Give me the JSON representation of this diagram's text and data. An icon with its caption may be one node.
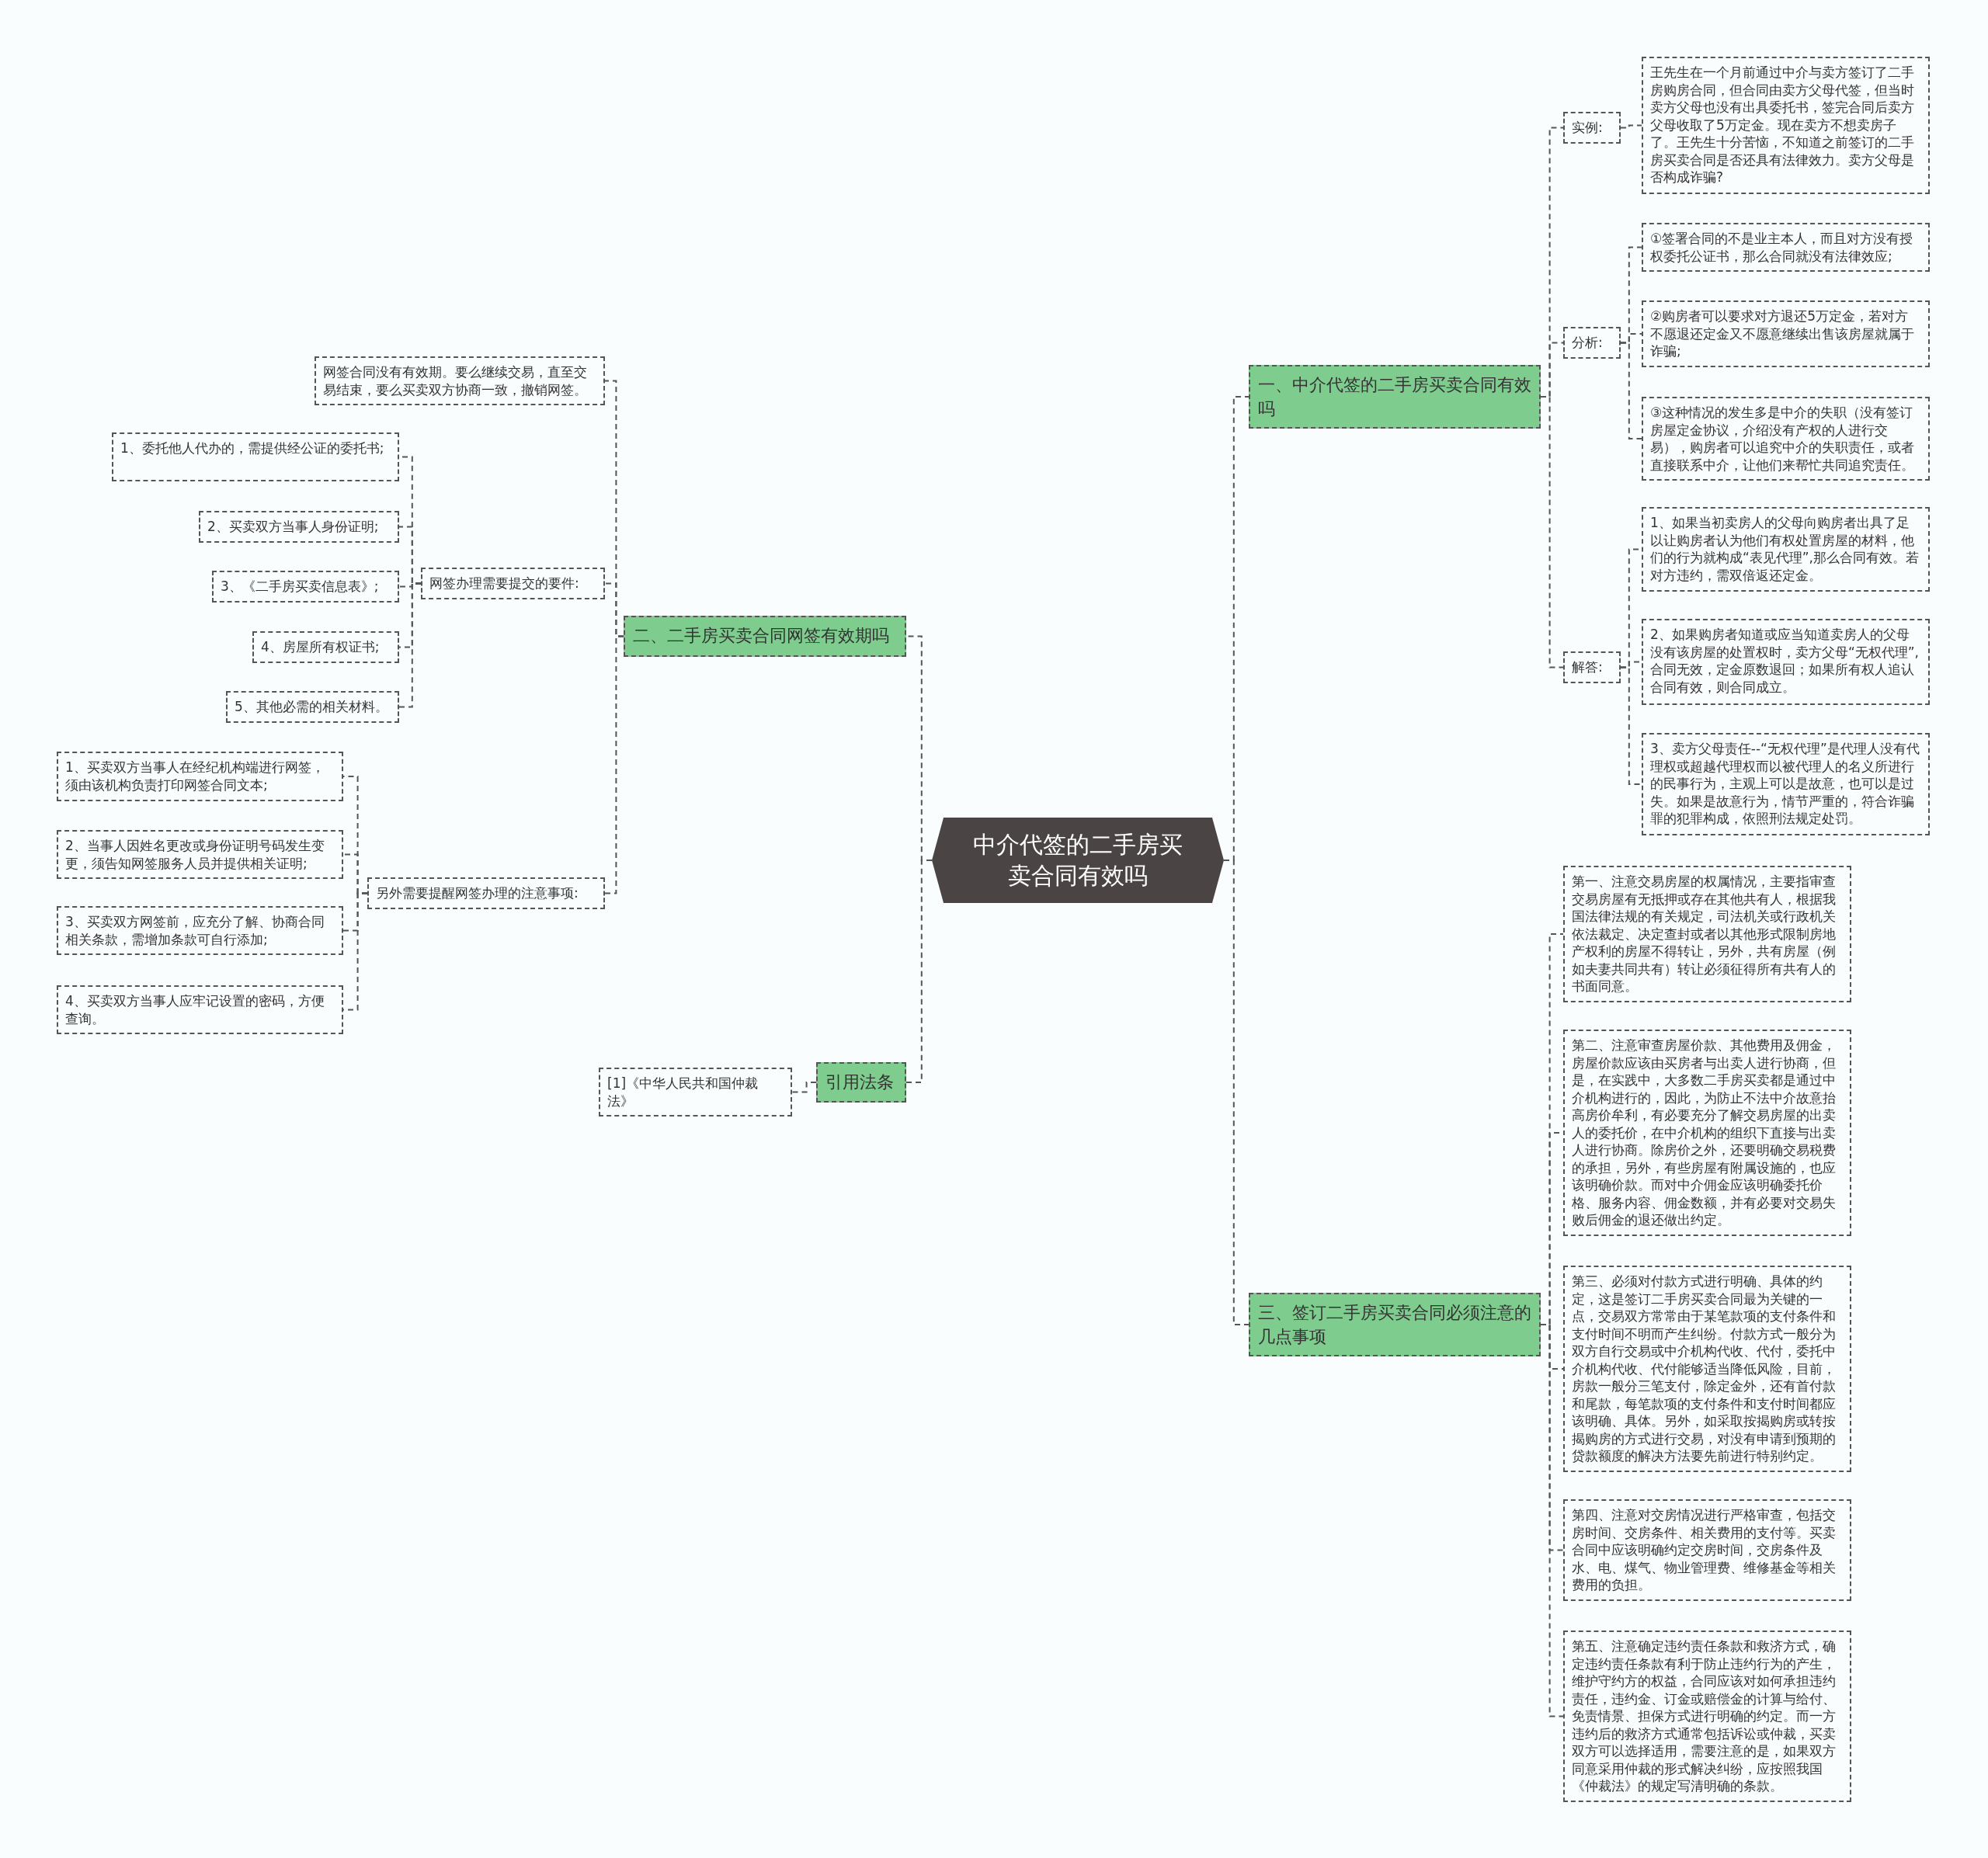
{
  "diagram": {
    "nodes": [
      {
        "text": [
          "中介代签的二手房买卖合同有效吗"
        ]
      },
      {
        "text": [
          "一、中介代签的二手房买卖合同有效吗"
        ]
      },
      {
        "text": [
          "实例:"
        ]
      },
      {
        "text": [
          "王先生在一个月前通过中介与卖方签订了二手房购房合同，但合同由卖方父母代签，但当时卖方父母也没有出具委托书，签完合同后卖方父母收取了5万定金。现在卖方不想卖房子了。王先生十分苦恼，不知道之前签订的二手房买卖合同是否还具有法律效力。卖方父母是否构成诈骗?"
        ]
      },
      {
        "text": [
          "分析:"
        ]
      },
      {
        "text": [
          "①签署合同的不是业主本人，而且对方没有授权委托公证书，那么合同就没有法律效应;"
        ]
      },
      {
        "text": [
          "②购房者可以要求对方退还5万定金，若对方不愿退还定金又不愿意继续出售该房屋就属于诈骗;"
        ]
      },
      {
        "text": [
          "③这种情况的发生多是中介的失职（没有签订房屋定金协议，介绍没有产权的人进行交易），购房者可以追究中介的失职责任，或者直接联系中介，让他们来帮忙共同追究责任。"
        ]
      },
      {
        "text": [
          "解答:"
        ]
      },
      {
        "text": [
          "1、如果当初卖房人的父母向购房者出具了足以让购房者认为他们有权处置房屋的材料，他们的行为就构成“表见代理”,那么合同有效。若对方违约，需双倍返还定金。"
        ]
      },
      {
        "text": [
          "2、如果购房者知道或应当知道卖房人的父母没有该房屋的处置权时，卖方父母“无权代理”,合同无效，定金原数退回；如果所有权人追认合同有效，则合同成立。"
        ]
      },
      {
        "text": [
          "3、卖方父母责任--“无权代理”是代理人没有代理权或超越代理权而以被代理人的名义所进行的民事行为，主观上可以是故意，也可以是过失。如果是故意行为，情节严重的，符合诈骗罪的犯罪构成，依照刑法规定处罚。"
        ]
      },
      {
        "text": [
          "三、签订二手房买卖合同必须注意的几点事项"
        ]
      },
      {
        "text": [
          "第一、注意交易房屋的权属情况，主要指审查交易房屋有无抵押或存在其他共有人，根据我国法律法规的有关规定，司法机关或行政机关依法裁定、决定查封或者以其他形式限制房地产权利的房屋不得转让，另外，共有房屋（例如夫妻共同共有）转让必须征得所有共有人的书面同意。"
        ]
      },
      {
        "text": [
          "第二、注意审查房屋价款、其他费用及佣金，房屋价款应该由买房者与出卖人进行协商，但是，在实践中，大多数二手房买卖都是通过中介机构进行的，因此，为防止不法中介故意抬高房价牟利，有必要充分了解交易房屋的出卖人的委托价，在中介机构的组织下直接与出卖人进行协商。除房价之外，还要明确交易税费的承担，另外，有些房屋有附属设施的，也应该明确价款。而对中介佣金应该明确委托价格、服务内容、佣金数额，并有必要对交易失败后佣金的退还做出约定。"
        ]
      },
      {
        "text": [
          "第三、必须对付款方式进行明确、具体的约定，这是签订二手房买卖合同最为关键的一点，交易双方常常由于某笔款项的支付条件和支付时间不明而产生纠纷。付款方式一般分为双方自行交易或中介机构代收、代付，委托中介机构代收、代付能够适当降低风险，目前，房款一般分三笔支付，除定金外，还有首付款和尾款，每笔款项的支付条件和支付时间都应该明确、具体。另外，如采取按揭购房或转按揭购房的方式进行交易，对没有申请到预期的贷款额度的解决方法要先前进行特别约定。"
        ]
      },
      {
        "text": [
          "第四、注意对交房情况进行严格审查，包括交房时间、交房条件、相关费用的支付等。买卖合同中应该明确约定交房时间，交房条件及水、电、煤气、物业管理费、维修基金等相关费用的负担。"
        ]
      },
      {
        "text": [
          "第五、注意确定违约责任条款和救济方式，确定违约责任条款有利于防止违约行为的产生，维护守约方的权益，合同应该对如何承担违约责任，违约金、订金或赔偿金的计算与给付、免责情景、担保方式进行明确的约定。而一方违约后的救济方式通常包括诉讼或仲裁，买卖双方可以选择适用，需要注意的是，如果双方同意采用仲裁的形式解决纠纷，应按照我国《仲裁法》的规定写清明确的条款。"
        ]
      },
      {
        "text": [
          "二、二手房买卖合同网签有效期吗"
        ]
      },
      {
        "text": [
          "网签合同没有有效期。要么继续交易，直至交易结束，要么买卖双方协商一致，撤销网签。"
        ]
      },
      {
        "text": [
          "网签办理需要提交的要件:"
        ]
      },
      {
        "text": [
          "1、委托他人代办的，需提供经公证的委托书;"
        ]
      },
      {
        "text": [
          "2、买卖双方当事人身份证明;"
        ]
      },
      {
        "text": [
          "3、《二手房买卖信息表》;"
        ]
      },
      {
        "text": [
          "4、房屋所有权证书;"
        ]
      },
      {
        "text": [
          "5、其他必需的相关材料。"
        ]
      },
      {
        "text": [
          "另外需要提醒网签办理的注意事项:"
        ]
      },
      {
        "text": [
          "1、买卖双方当事人在经纪机构端进行网签，须由该机构负责打印网签合同文本;"
        ]
      },
      {
        "text": [
          "2、当事人因姓名更改或身份证明号码发生变更，须告知网签服务人员并提供相关证明;"
        ]
      },
      {
        "text": [
          "3、买卖双方网签前，应充分了解、协商合同相关条款，需增加条款可自行添加;"
        ]
      },
      {
        "text": [
          "4、买卖双方当事人应牢记设置的密码，方便查询。"
        ]
      },
      {
        "text": [
          "引用法条"
        ]
      },
      {
        "text": [
          "[1]《中华人民共和国仲裁法》"
        ]
      }
    ],
    "edges": [
      {
        "from": 0,
        "to": 1,
        "arrow": "none"
      },
      {
        "from": 1,
        "to": 2,
        "arrow": "none"
      },
      {
        "from": 2,
        "to": 3,
        "arrow": "none"
      },
      {
        "from": 1,
        "to": 4,
        "arrow": "none"
      },
      {
        "from": 4,
        "to": 5,
        "arrow": "none"
      },
      {
        "from": 4,
        "to": 6,
        "arrow": "none"
      },
      {
        "from": 4,
        "to": 7,
        "arrow": "none"
      },
      {
        "from": 1,
        "to": 8,
        "arrow": "none"
      },
      {
        "from": 8,
        "to": 9,
        "arrow": "none"
      },
      {
        "from": 8,
        "to": 10,
        "arrow": "none"
      },
      {
        "from": 8,
        "to": 11,
        "arrow": "none"
      },
      {
        "from": 0,
        "to": 12,
        "arrow": "none"
      },
      {
        "from": 12,
        "to": 13,
        "arrow": "none"
      },
      {
        "from": 12,
        "to": 14,
        "arrow": "none"
      },
      {
        "from": 12,
        "to": 15,
        "arrow": "none"
      },
      {
        "from": 12,
        "to": 16,
        "arrow": "none"
      },
      {
        "from": 12,
        "to": 17,
        "arrow": "none"
      },
      {
        "from": 0,
        "to": 18,
        "arrow": "none"
      },
      {
        "from": 18,
        "to": 19,
        "arrow": "none"
      },
      {
        "from": 18,
        "to": 20,
        "arrow": "none"
      },
      {
        "from": 20,
        "to": 21,
        "arrow": "none"
      },
      {
        "from": 20,
        "to": 22,
        "arrow": "none"
      },
      {
        "from": 20,
        "to": 23,
        "arrow": "none"
      },
      {
        "from": 20,
        "to": 24,
        "arrow": "none"
      },
      {
        "from": 20,
        "to": 25,
        "arrow": "none"
      },
      {
        "from": 18,
        "to": 26,
        "arrow": "none"
      },
      {
        "from": 26,
        "to": 27,
        "arrow": "none"
      },
      {
        "from": 26,
        "to": 28,
        "arrow": "none"
      },
      {
        "from": 26,
        "to": 29,
        "arrow": "none"
      },
      {
        "from": 26,
        "to": 30,
        "arrow": "none"
      },
      {
        "from": 0,
        "to": 31,
        "arrow": "none"
      },
      {
        "from": 31,
        "to": 32,
        "arrow": "none"
      }
    ]
  }
}
